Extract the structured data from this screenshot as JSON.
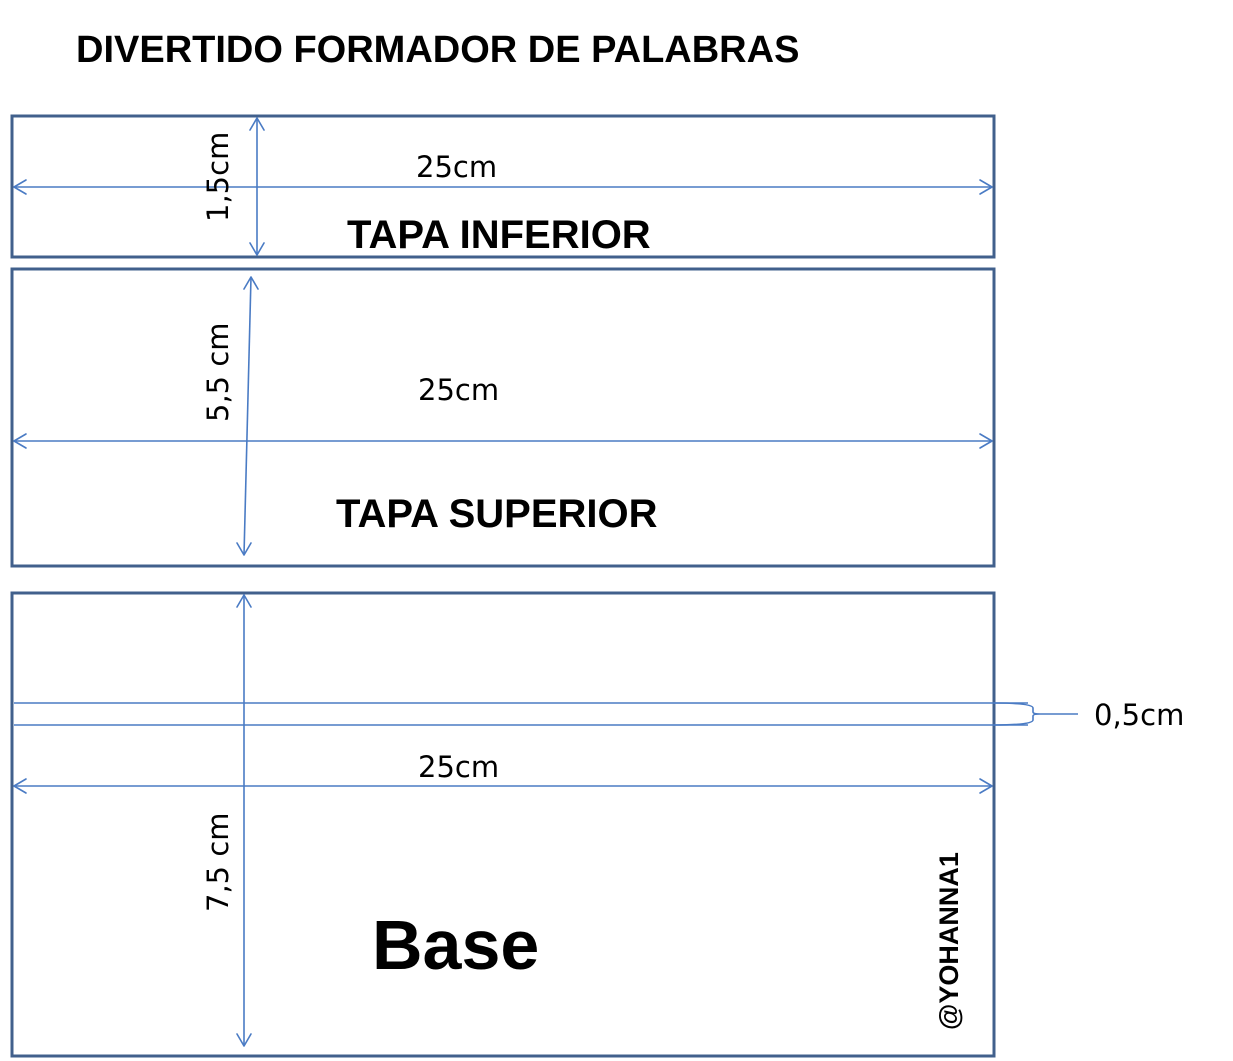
{
  "title": "DIVERTIDO FORMADOR DE PALABRAS",
  "colors": {
    "outline": "#41608c",
    "dimension": "#4a7bc4",
    "text": "#000000"
  },
  "panels": {
    "tapa_inferior": {
      "label": "TAPA INFERIOR",
      "width_label": "25cm",
      "height_label": "1,5cm"
    },
    "tapa_superior": {
      "label": "TAPA SUPERIOR",
      "width_label": "25cm",
      "height_label": "5,5 cm"
    },
    "base": {
      "label": "Base",
      "width_label": "25cm",
      "height_label": "7,5 cm",
      "slot_label": "0,5cm"
    }
  },
  "signature": "@YOHANNA1"
}
